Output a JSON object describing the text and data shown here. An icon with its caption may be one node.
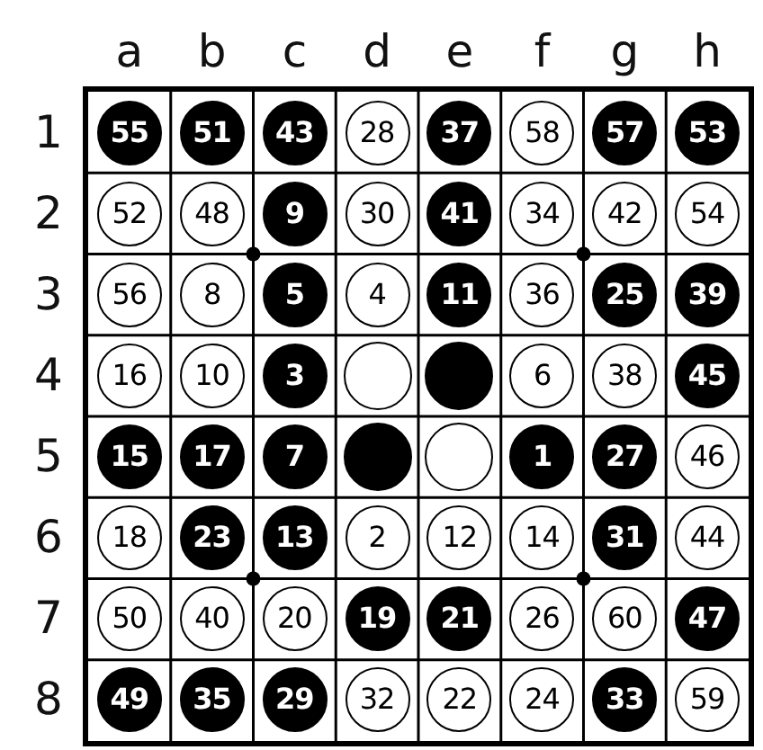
{
  "diagram": {
    "nodes": [
      {
        "text": [
          "55"
        ]
      },
      {
        "text": [
          "51"
        ]
      },
      {
        "text": [
          "43"
        ]
      },
      {
        "text": [
          "28"
        ]
      },
      {
        "text": [
          "37"
        ]
      },
      {
        "text": [
          "58"
        ]
      },
      {
        "text": [
          "57"
        ]
      },
      {
        "text": [
          "53"
        ]
      },
      {
        "text": [
          "52"
        ]
      },
      {
        "text": [
          "48"
        ]
      },
      {
        "text": [
          "9"
        ]
      },
      {
        "text": [
          "30"
        ]
      },
      {
        "text": [
          "41"
        ]
      },
      {
        "text": [
          "34"
        ]
      },
      {
        "text": [
          "42"
        ]
      },
      {
        "text": [
          "54"
        ]
      },
      {
        "text": [
          "56"
        ]
      },
      {
        "text": [
          "8"
        ]
      },
      {
        "text": [
          "5"
        ]
      },
      {
        "text": [
          "4"
        ]
      },
      {
        "text": [
          "11"
        ]
      },
      {
        "text": [
          "36"
        ]
      },
      {
        "text": [
          "25"
        ]
      },
      {
        "text": [
          "39"
        ]
      },
      {
        "text": [
          "16"
        ]
      },
      {
        "text": [
          "10"
        ]
      },
      {
        "text": [
          "3"
        ]
      },
      {
        "text": [],
        "shape": "circle"
      },
      {
        "text": [],
        "shape": "circle"
      },
      {
        "text": [
          "6"
        ]
      },
      {
        "text": [
          "38"
        ]
      },
      {
        "text": [
          "45"
        ]
      },
      {
        "text": [
          "15"
        ]
      },
      {
        "text": [
          "17"
        ]
      },
      {
        "text": [
          "7"
        ]
      },
      {
        "text": [],
        "shape": "circle"
      },
      {
        "text": [],
        "shape": "circle"
      },
      {
        "text": [
          "1"
        ]
      },
      {
        "text": [
          "27"
        ]
      },
      {
        "text": [
          "46"
        ]
      },
      {
        "text": [
          "18"
        ]
      },
      {
        "text": [
          "23"
        ]
      },
      {
        "text": [
          "13"
        ]
      },
      {
        "text": [
          "2"
        ]
      },
      {
        "text": [
          "12"
        ]
      },
      {
        "text": [
          "14"
        ]
      },
      {
        "text": [
          "31"
        ]
      },
      {
        "text": [
          "44"
        ]
      },
      {
        "text": [
          "50"
        ]
      },
      {
        "text": [
          "40"
        ]
      },
      {
        "text": [
          "20"
        ]
      },
      {
        "text": [
          "19"
        ]
      },
      {
        "text": [
          "21"
        ]
      },
      {
        "text": [
          "26"
        ]
      },
      {
        "text": [
          "60"
        ]
      },
      {
        "text": [
          "47"
        ]
      },
      {
        "text": [
          "49"
        ]
      },
      {
        "text": [
          "35"
        ]
      },
      {
        "text": [
          "29"
        ]
      },
      {
        "text": [
          "32"
        ]
      },
      {
        "text": [
          "22"
        ]
      },
      {
        "text": [
          "24"
        ]
      },
      {
        "text": [
          "33"
        ]
      },
      {
        "text": [
          "59"
        ]
      }
    ],
    "labels": [
      "a",
      "b",
      "c",
      "d",
      "e",
      "f",
      "g",
      "h",
      "1",
      "2",
      "3",
      "4",
      "5",
      "6",
      "7",
      "8"
    ]
  }
}
